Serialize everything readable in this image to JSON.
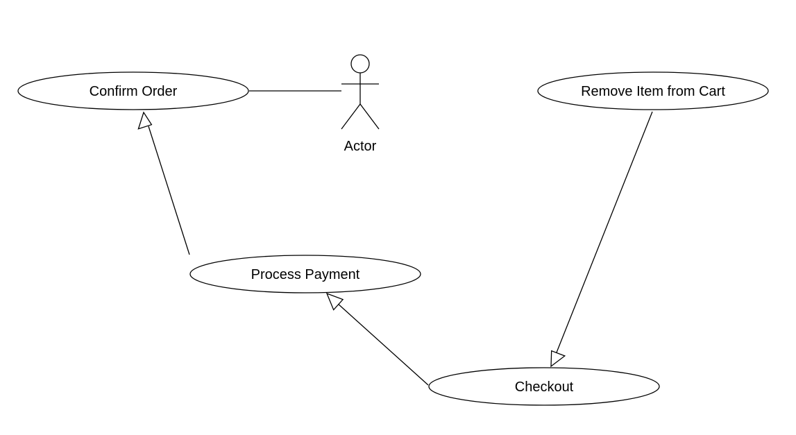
{
  "diagram": {
    "type": "uml-use-case",
    "actor": {
      "name": "Actor"
    },
    "use_cases": {
      "confirm_order": "Confirm Order",
      "remove_item": "Remove Item from Cart",
      "process_payment": "Process Payment",
      "checkout": "Checkout"
    },
    "relationships": [
      {
        "from": "Actor",
        "to": "Confirm Order",
        "kind": "association"
      },
      {
        "from": "Process Payment",
        "to": "Confirm Order",
        "kind": "generalization"
      },
      {
        "from": "Checkout",
        "to": "Process Payment",
        "kind": "generalization"
      },
      {
        "from": "Remove Item from Cart",
        "to": "Checkout",
        "kind": "generalization"
      }
    ]
  }
}
